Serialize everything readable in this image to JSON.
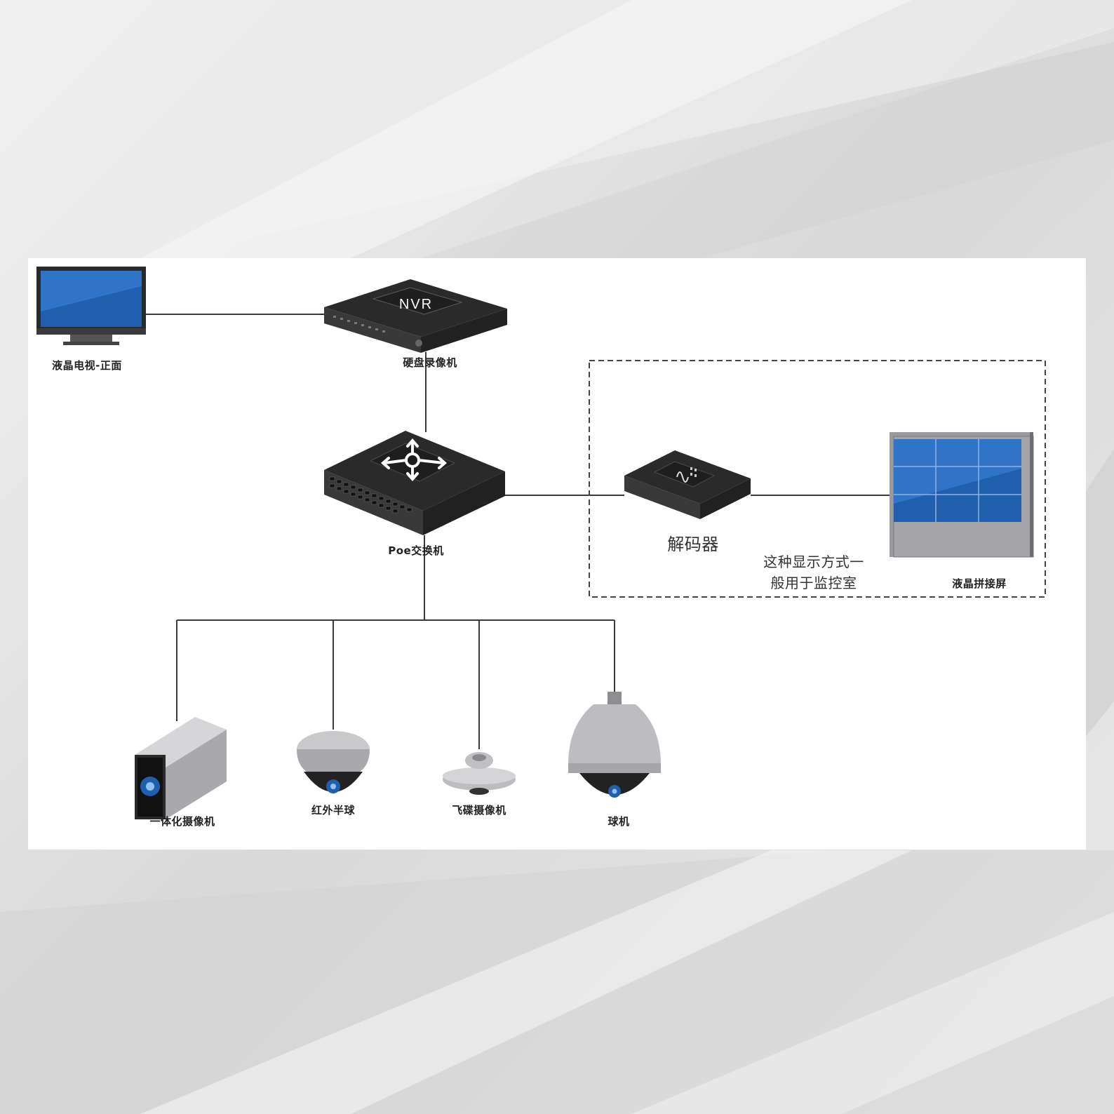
{
  "devices": {
    "lcd_tv": {
      "label": "液晶电视-正面"
    },
    "nvr": {
      "label": "硬盘录像机",
      "badge": "NVR"
    },
    "poe_switch": {
      "label": "Poe交换机"
    },
    "decoder": {
      "label": "解码器"
    },
    "video_wall": {
      "label": "液晶拼接屏"
    }
  },
  "note": {
    "line1": "这种显示方式一",
    "line2": "般用于监控室"
  },
  "cameras": [
    {
      "label": "一体化摄像机"
    },
    {
      "label": "红外半球"
    },
    {
      "label": "飞碟摄像机"
    },
    {
      "label": "球机"
    }
  ],
  "colors": {
    "device_dark": "#2b2a2a",
    "screen_blue": "#1f5fae",
    "line": "#3a3a3a",
    "camera_gray": "#b8b8bc"
  }
}
